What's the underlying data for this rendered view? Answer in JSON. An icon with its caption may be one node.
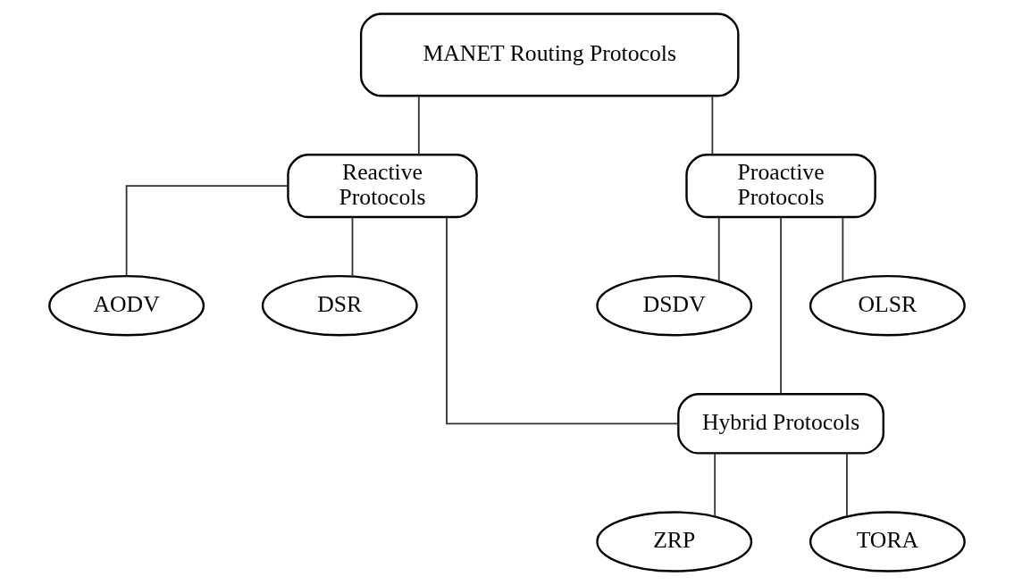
{
  "diagram": {
    "nodes": [
      {
        "text": [
          "MANET Routing Protocols"
        ]
      },
      {
        "text": [
          "Reactive Protocols"
        ]
      },
      {
        "text": [
          "Proactive Protocols"
        ]
      },
      {
        "text": [
          "AODV"
        ]
      },
      {
        "text": [
          "DSR"
        ]
      },
      {
        "text": [
          "DSDV"
        ]
      },
      {
        "text": [
          "OLSR"
        ]
      },
      {
        "text": [
          "Hybrid Protocols"
        ]
      },
      {
        "text": [
          "ZRP"
        ]
      },
      {
        "text": [
          "TORA"
        ]
      }
    ],
    "edges": [
      {
        "from": 0,
        "to": 1,
        "arrow": "none"
      },
      {
        "from": 0,
        "to": 2,
        "arrow": "none"
      },
      {
        "from": 1,
        "to": 3,
        "arrow": "none"
      },
      {
        "from": 1,
        "to": 4,
        "arrow": "none"
      },
      {
        "from": 2,
        "to": 5,
        "arrow": "none"
      },
      {
        "from": 2,
        "to": 6,
        "arrow": "none"
      },
      {
        "from": 1,
        "to": 7,
        "arrow": "none"
      },
      {
        "from": 2,
        "to": 7,
        "arrow": "none"
      },
      {
        "from": 7,
        "to": 8,
        "arrow": "none"
      },
      {
        "from": 7,
        "to": 9,
        "arrow": "none"
      }
    ]
  }
}
